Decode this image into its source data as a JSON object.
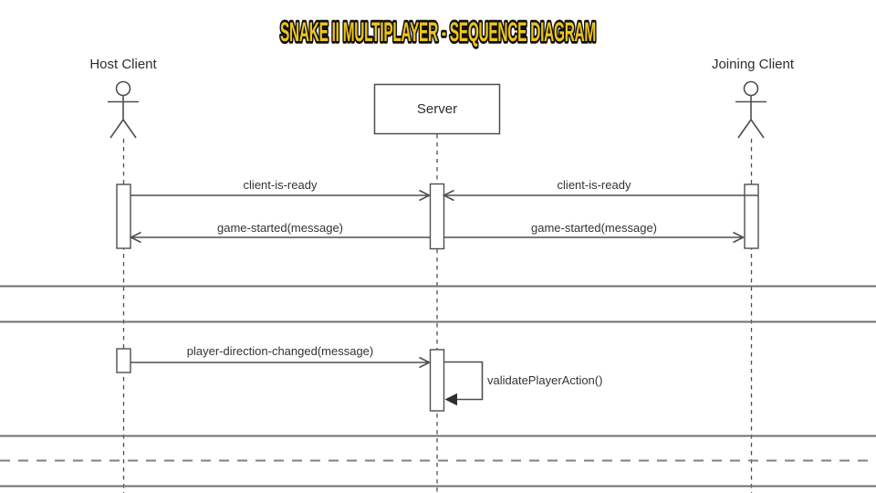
{
  "title": "SNAKE II MULTIPLAYER - SEQUENCE DIAGRAM",
  "theme": {
    "title_fill": "#eec51c",
    "title_outline": "#101010",
    "line_color": "#4e4e4e",
    "separator_color": "#6f6f6f",
    "text_color": "#2e2e2e",
    "background": "#ffffff"
  },
  "actors": {
    "host": {
      "label": "Host Client",
      "kind": "actor"
    },
    "server": {
      "label": "Server",
      "kind": "participant"
    },
    "joining": {
      "label": "Joining Client",
      "kind": "actor"
    }
  },
  "messages": {
    "client_ready_host": {
      "from": "Host Client",
      "to": "Server",
      "label": "client-is-ready"
    },
    "client_ready_joining": {
      "from": "Joining Client",
      "to": "Server",
      "label": "client-is-ready"
    },
    "game_started_host": {
      "from": "Server",
      "to": "Host Client",
      "label": "game-started(message)"
    },
    "game_started_joining": {
      "from": "Server",
      "to": "Joining Client",
      "label": "game-started(message)"
    },
    "player_direction_changed": {
      "from": "Host Client",
      "to": "Server",
      "label": "player-direction-changed(message)"
    },
    "validate_player_action": {
      "from": "Server",
      "to": "Server",
      "label": "validatePlayerAction()",
      "self_message": true
    }
  }
}
